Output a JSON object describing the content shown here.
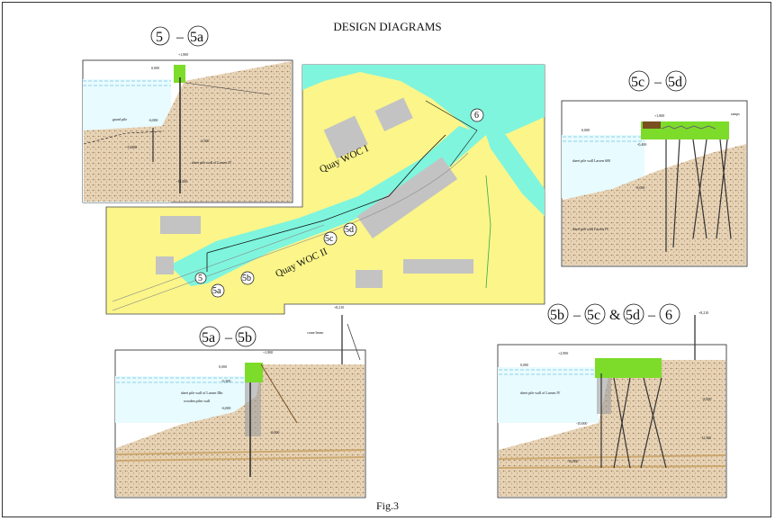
{
  "title": "DESIGN DIAGRAMS",
  "caption": "Fig.3",
  "colors": {
    "water": "#7ff5dd",
    "land": "#fbf58a",
    "building": "#c3c3c3",
    "deck": "#7ddc2a",
    "soil": "#e7d3b6",
    "river": "#bfeff6"
  },
  "map": {
    "quay1": "Quay WOC I",
    "quay2": "Quay WOC II",
    "points": [
      "5",
      "5a",
      "5b",
      "5c",
      "5d",
      "6"
    ]
  },
  "sections": {
    "s1": {
      "from": "5",
      "to": "5a",
      "sep": "–"
    },
    "s2": {
      "from": "5c",
      "to": "5d",
      "sep": "–"
    },
    "s3": {
      "from": "5a",
      "to": "5b",
      "sep": "–"
    },
    "s4": {
      "from1": "5b",
      "to1": "5c",
      "amp": "&",
      "from2": "5d",
      "to2": "6",
      "sep": "–"
    }
  },
  "labels": {
    "guard_pile": "guard pile",
    "sheet_pile_iv": "sheet pile wall of Larsen IV",
    "sheet_pile_600": "sheet pile wall Larsen 600",
    "sheet_pile_iiin": "sheet pile wall of Larsen IIIn",
    "wooden_piles": "wooden piles wall",
    "crane_beam": "crane beam",
    "sheet_pile_iv_short": "sheet pile wall Larsen IV",
    "ramps": "ramps"
  },
  "levels": {
    "plus1800": "+1,800",
    "zero": "0,000",
    "m6000": "-6,000",
    "m11000": "-11,000",
    "m3500": "-3,500",
    "m14500": "-14,500",
    "m0400": "-0,400",
    "m8000": "-8,000",
    "m0300": "-0,300",
    "m9000": "-9,000",
    "plus8210": "+8,210",
    "plus2900": "+2,900",
    "m10000": "-10,000",
    "m16000": "-16,000",
    "m11300": "-11,300"
  }
}
